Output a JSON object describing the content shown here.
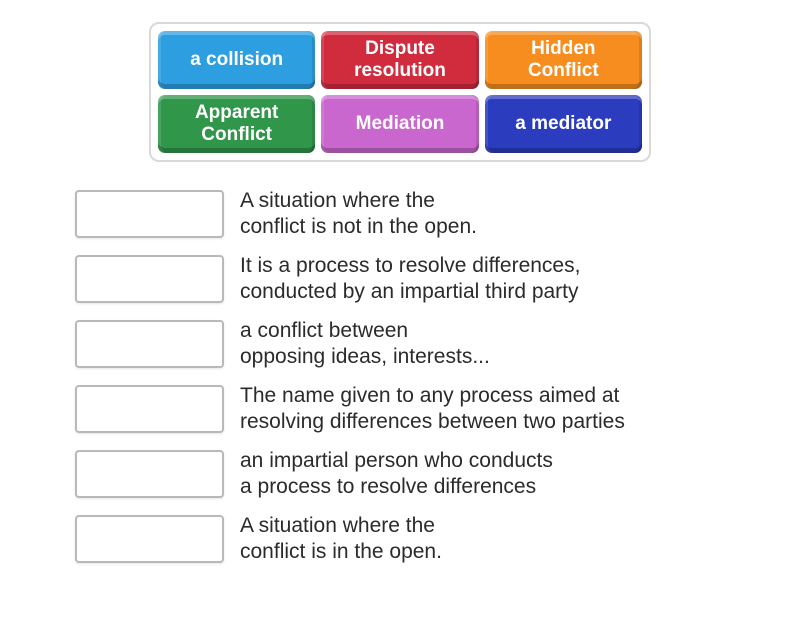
{
  "tile_text_color": "#ffffff",
  "tray": {
    "border_color": "#d9d9d9"
  },
  "tiles": [
    {
      "label": "a collision",
      "color": "#2d9fe0"
    },
    {
      "label": "Dispute\nresolution",
      "color": "#d12b3e"
    },
    {
      "label": "Hidden\nConflict",
      "color": "#f68d1e"
    },
    {
      "label": "Apparent\nConflict",
      "color": "#2f964a"
    },
    {
      "label": "Mediation",
      "color": "#ca67cf"
    },
    {
      "label": "a mediator",
      "color": "#2b3cbe"
    }
  ],
  "definitions": [
    {
      "text": "A situation where the\nconflict is not in the open."
    },
    {
      "text": "It is a process to resolve differences,\nconducted by an impartial third party"
    },
    {
      "text": "a conflict between\nopposing ideas, interests..."
    },
    {
      "text": "The name given to any process aimed at\nresolving differences between two parties"
    },
    {
      "text": "an impartial person who conducts\na process to resolve differences"
    },
    {
      "text": "A situation where the\nconflict is in the open."
    }
  ],
  "slot": {
    "border_color": "#b9b9b9"
  }
}
